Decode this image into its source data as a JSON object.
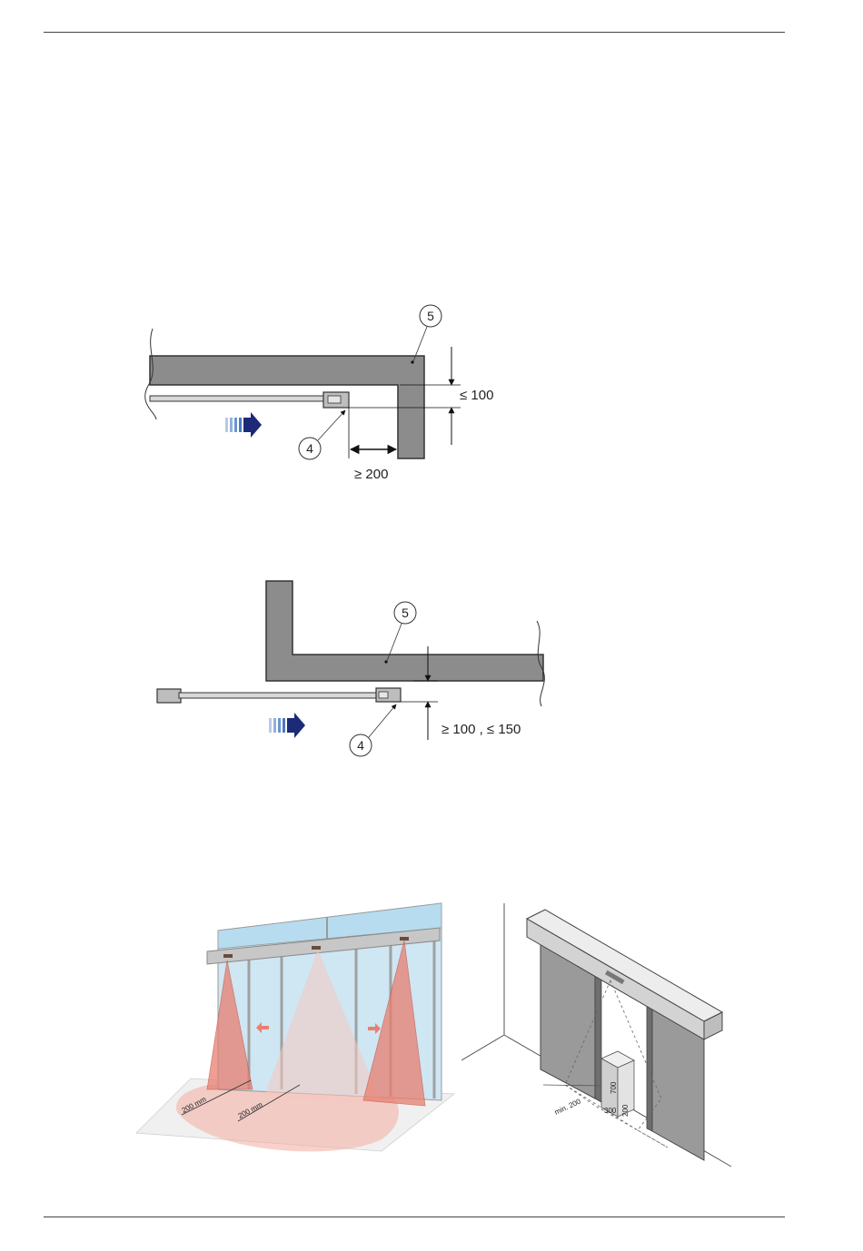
{
  "figure1": {
    "callout_top": "5",
    "callout_bottom": "4",
    "dim_vertical": "≤ 100",
    "dim_horizontal": "≥ 200"
  },
  "figure2": {
    "callout_top": "5",
    "callout_bottom": "4",
    "dim_vertical": "≥ 100 , ≤ 150"
  },
  "figure3": {
    "dim_left": "200 mm",
    "dim_right": "200 mm"
  },
  "figure4": {
    "dim_min": "min. 200",
    "box_height": "700",
    "box_depth": "300",
    "box_width": "200"
  }
}
